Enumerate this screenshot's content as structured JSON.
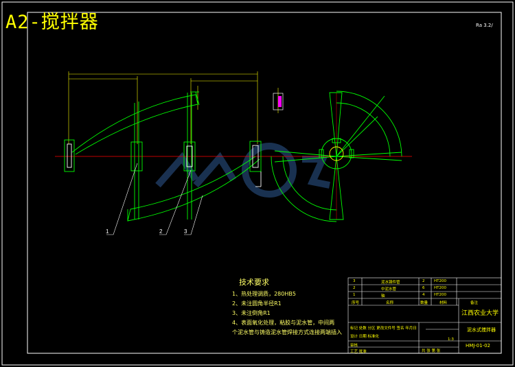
{
  "drawing": {
    "title": "A2-搅拌器",
    "roughness": "Ra 3.2/"
  },
  "callouts": [
    "1",
    "2",
    "3"
  ],
  "tech_requirements": {
    "title": "技术要求",
    "items": [
      "1、热处理调质，280HB5",
      "2、未注圆角半径R1",
      "3、未注倒角R1",
      "4、表面氧化处理，粘胶与泥水管，中间两",
      "个泥水管与铸造泥水管焊接方式连接两端插入"
    ]
  },
  "title_block": {
    "parts": [
      {
        "no": "3",
        "name": "泥水铸件管",
        "qty": "2",
        "material": "HT200"
      },
      {
        "no": "2",
        "name": "中泥水管",
        "qty": "6",
        "material": "HT200"
      },
      {
        "no": "1",
        "name": "轴",
        "qty": "4",
        "material": "HT200"
      }
    ],
    "header": {
      "no": "序号",
      "name": "名称",
      "qty": "数量",
      "material": "材料",
      "note": "备注"
    },
    "school": "江西农业大学",
    "drawing_name": "泥水式搅拌器",
    "drawing_no": "HMJ-01-02",
    "scale": "1:3",
    "sheets": "共 张  第 张",
    "rows": [
      "标记 处数 分区 更改文件号 签名 年月日",
      "设计 日期 标准化",
      "审核",
      "工艺 批准"
    ]
  },
  "colors": {
    "frame": "#ffffff",
    "part": "#00ff00",
    "centerline": "#ff0000",
    "dimension": "#ffff00",
    "watermark": "#1e3a5f"
  }
}
